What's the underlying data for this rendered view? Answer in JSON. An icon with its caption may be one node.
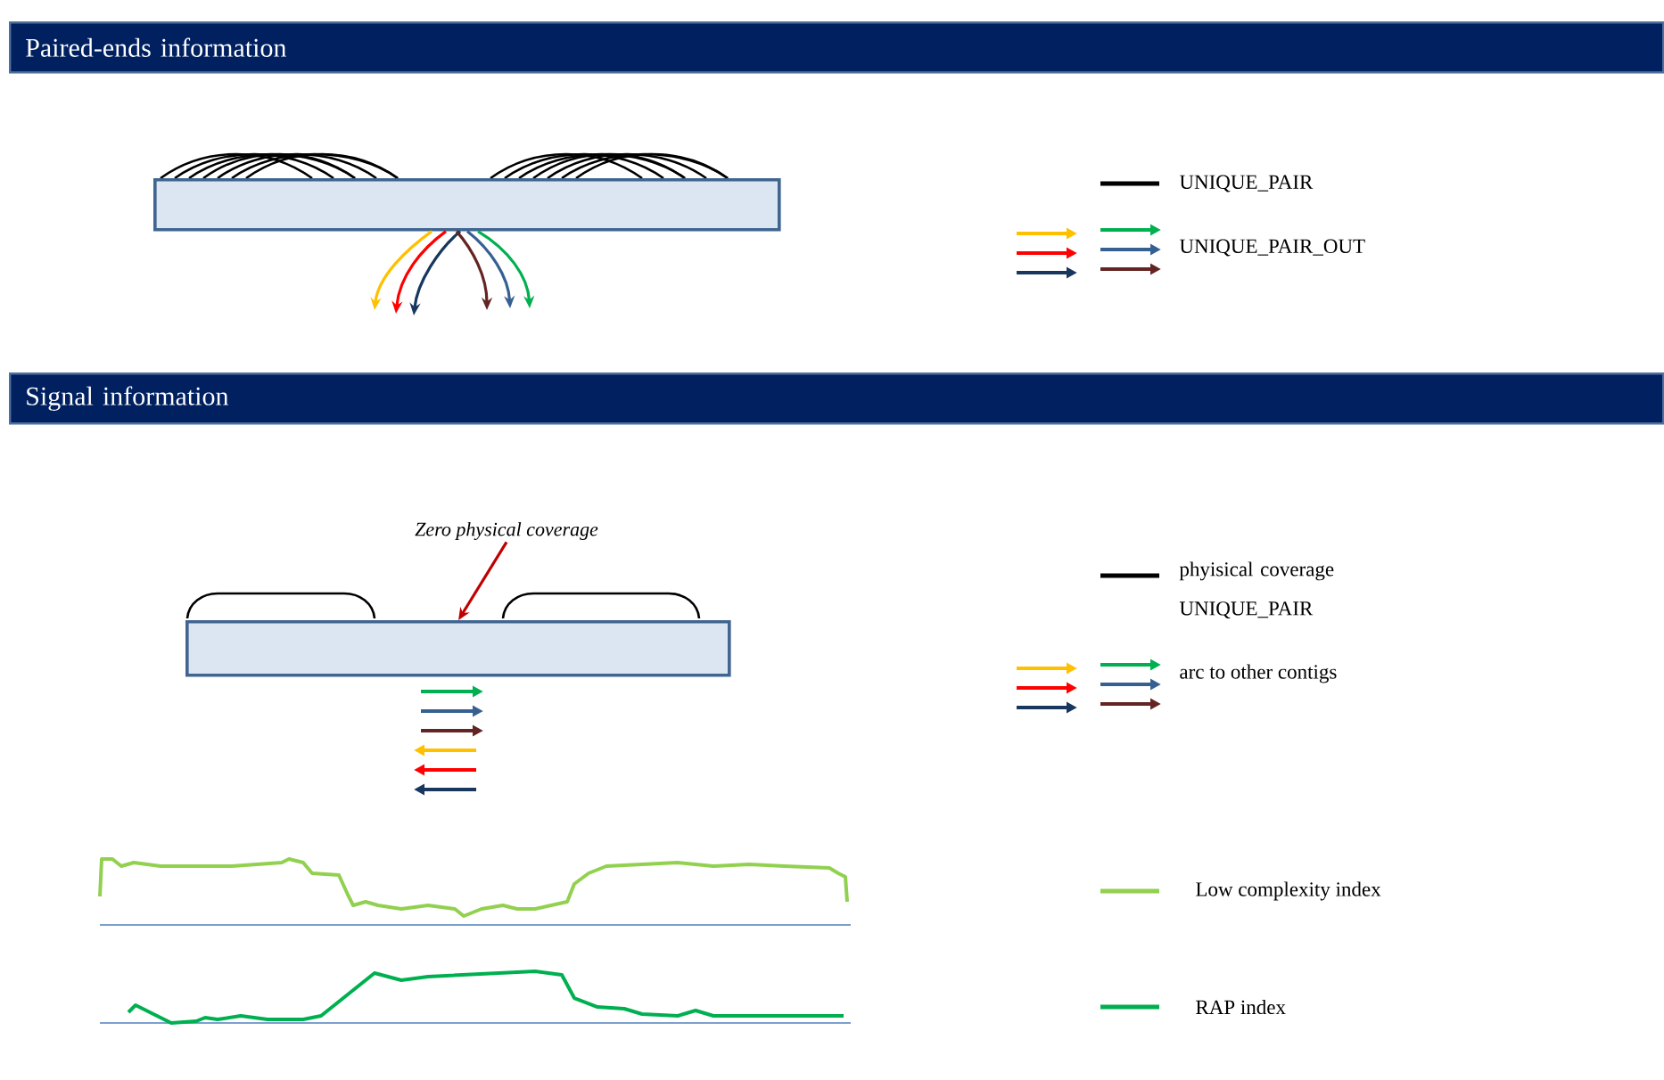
{
  "diagram": {
    "nodes": [
      {
        "text": [
          "Paired-ends information"
        ]
      },
      {
        "text": [
          "Signal information"
        ]
      },
      {
        "text": [],
        "shape": "box"
      },
      {
        "text": [],
        "shape": "box"
      },
      {
        "text": [
          "Zero physical coverage"
        ]
      }
    ],
    "edges": [
      {
        "from": 2,
        "to": null,
        "arrow": "to",
        "color": "#ffc000"
      },
      {
        "from": 2,
        "to": null,
        "arrow": "to",
        "color": "#ff0000"
      },
      {
        "from": 2,
        "to": null,
        "arrow": "to",
        "color": "#17375e"
      },
      {
        "from": 2,
        "to": null,
        "arrow": "to",
        "color": "#632523"
      },
      {
        "from": 2,
        "to": null,
        "arrow": "to",
        "color": "#376092"
      },
      {
        "from": 2,
        "to": null,
        "arrow": "to",
        "color": "#00b050"
      },
      {
        "from": 4,
        "to": 3,
        "arrow": "to",
        "color": "#c00000"
      }
    ],
    "legend": [
      {
        "text": "UNIQUE_PAIR"
      },
      {
        "text": "UNIQUE_PAIR_OUT"
      },
      {
        "text": "phyisical coverage UNIQUE_PAIR"
      },
      {
        "text": "arc to other contigs"
      },
      {
        "text": "Low complexity index"
      },
      {
        "text": "RAP index"
      }
    ]
  }
}
